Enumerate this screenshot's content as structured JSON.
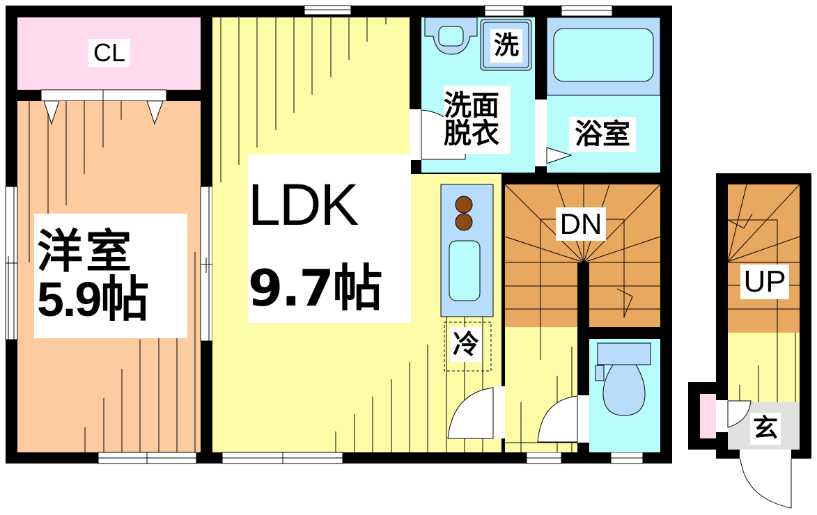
{
  "floorplan": {
    "colors": {
      "wall": "#000000",
      "western_room": "#fccca0",
      "ldk": "#fffca8",
      "closet": "#ffdaec",
      "wet_area": "#b8fcfc",
      "fixture": "#b8dcfc",
      "stairs": "#e8a860",
      "entrance": "#e0e0e0",
      "stove": "#8c4a14"
    },
    "rooms": {
      "closet": {
        "label": "CL"
      },
      "western_room": {
        "name": "洋室",
        "size": "5.9帖"
      },
      "ldk": {
        "name": "LDK",
        "size": "9.7帖"
      },
      "washroom": {
        "line1": "洗面",
        "line2": "脱衣"
      },
      "washing_machine": {
        "label": "洗"
      },
      "bathroom": {
        "label": "浴室"
      },
      "fridge": {
        "label": "冷"
      },
      "stairs_down": {
        "label": "DN"
      },
      "stairs_up": {
        "label": "UP"
      },
      "entrance": {
        "label": "玄"
      }
    }
  }
}
